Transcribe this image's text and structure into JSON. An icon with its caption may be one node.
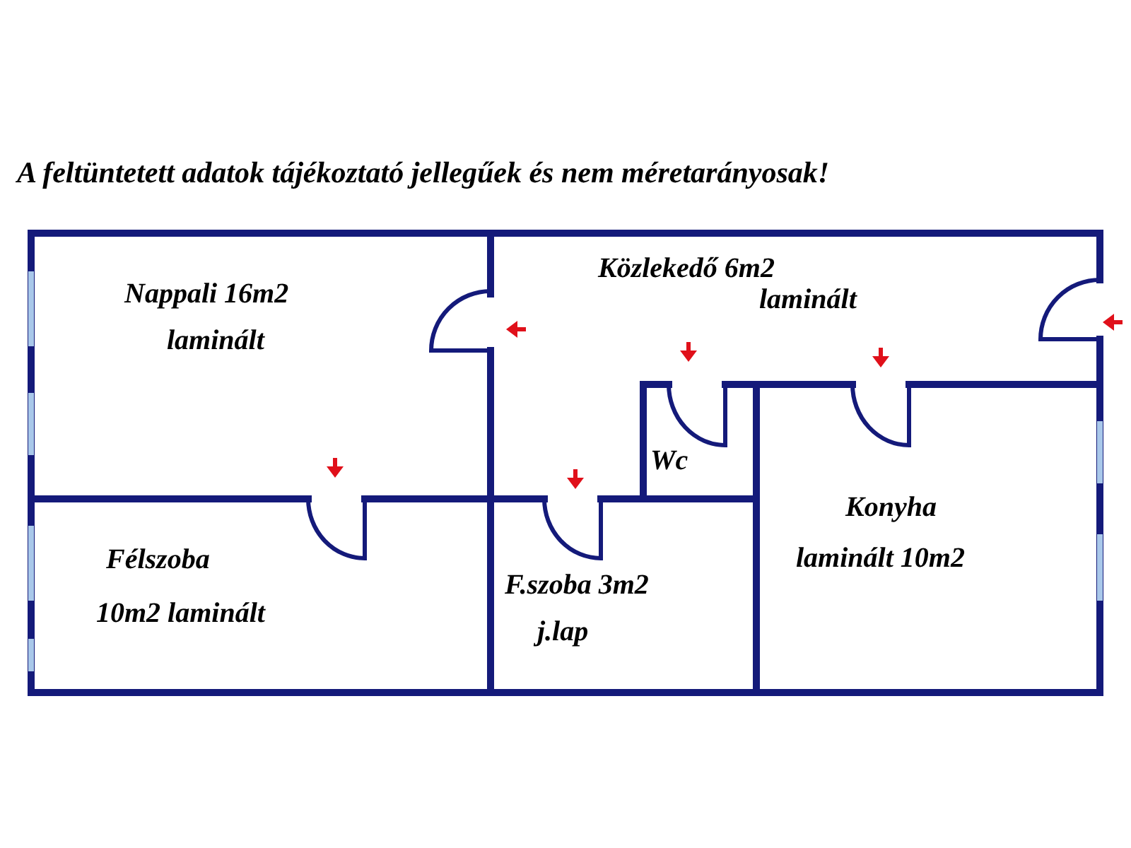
{
  "diagram": {
    "title": "A feltüntetett adatok tájékoztató jellegűek és nem méretarányosak!",
    "nodes": [
      {
        "text": [
          "Nappali 16m2",
          "laminált"
        ]
      },
      {
        "text": [
          "Közlekedő 6m2",
          "laminált"
        ]
      },
      {
        "text": [
          "Wc"
        ]
      },
      {
        "text": [
          "Konyha",
          "laminált 10m2"
        ]
      },
      {
        "text": [
          "Félszoba",
          "10m2 laminált"
        ]
      },
      {
        "text": [
          "F.szoba 3m2",
          "j.lap"
        ]
      }
    ]
  }
}
